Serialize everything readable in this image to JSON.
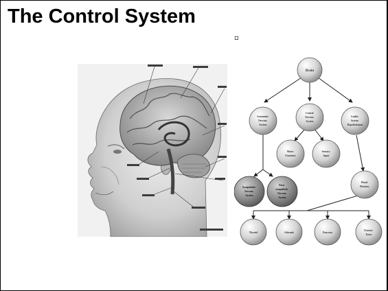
{
  "slide": {
    "title": "The Control System",
    "bullet": "▫"
  },
  "illustration": {
    "callouts": [
      "",
      "",
      "",
      "",
      "",
      "",
      "",
      "",
      "",
      ""
    ]
  },
  "diagram": {
    "nodes": {
      "root": [
        "Brain"
      ],
      "autonomic": [
        "Autonomic",
        "Nervous",
        "System"
      ],
      "cns": [
        "Central",
        "Nervous",
        "System"
      ],
      "limbic": [
        "Limbic",
        "System",
        "Hypothalamus"
      ],
      "motor": [
        "Motor",
        "Functions"
      ],
      "sensory": [
        "Sensory",
        "Input"
      ],
      "sympathetic": [
        "Sympathetic",
        "Nervous",
        "System"
      ],
      "parasympathetic": [
        "Para-",
        "sympathetic",
        "Nervous",
        "System"
      ],
      "pineal": [
        "Pineal",
        "Pituitary"
      ],
      "thyroid": [
        "Thyroid"
      ],
      "adrenals": [
        "Adrenals"
      ],
      "pancreas": [
        "Pancreas"
      ],
      "ovaries": [
        "Ovaries/",
        "Testes"
      ]
    }
  }
}
